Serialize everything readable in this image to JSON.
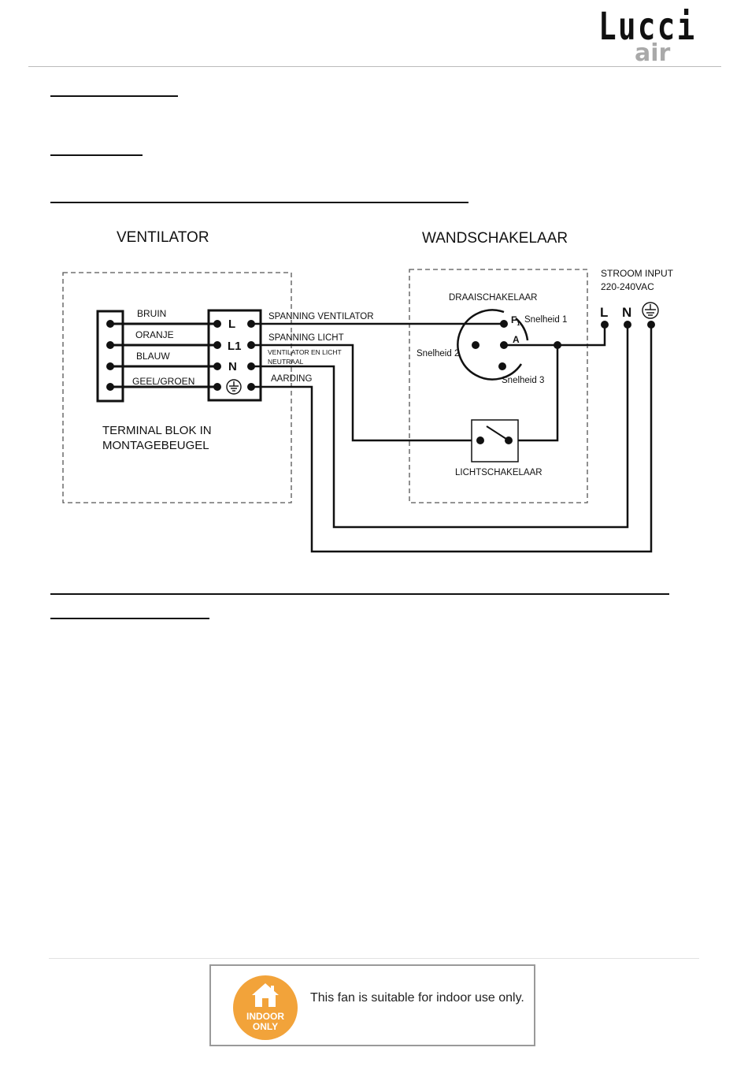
{
  "logo": {
    "main": "Lucci",
    "sub": "air"
  },
  "diagram": {
    "titles": {
      "fan": "VENTILATOR",
      "switch": "WANDSCHAKELAAR"
    },
    "fan_wires": [
      "BRUIN",
      "ORANJE",
      "BLAUW",
      "GEEL/GROEN"
    ],
    "terminal_labels": [
      "L",
      "L1",
      "N"
    ],
    "terminal_block_caption": [
      "TERMINAL BLOK IN",
      "MONTAGEBEUGEL"
    ],
    "wire_labels": {
      "fan_power": "SPANNING VENTILATOR",
      "light_power": "SPANNING LICHT",
      "neutral_1": "VENTILATOR EN LICHT",
      "neutral_2": "NEUTRAAL",
      "earth": "AARDING"
    },
    "rotary": {
      "title": "DRAAISCHAKELAAR",
      "speed1": "Snelheid 1",
      "speed2": "Snelheid 2",
      "speed3": "Snelheid 3",
      "f_label": "F",
      "f_sub": "1",
      "a_label": "A"
    },
    "light_switch": "LICHTSCHAKELAAR",
    "power_input": {
      "line1": "STROOM INPUT",
      "line2": "220-240VAC",
      "L": "L",
      "N": "N"
    }
  },
  "notice": {
    "badge_line1": "INDOOR",
    "badge_line2": "ONLY",
    "text": "This fan is suitable for indoor use only."
  }
}
